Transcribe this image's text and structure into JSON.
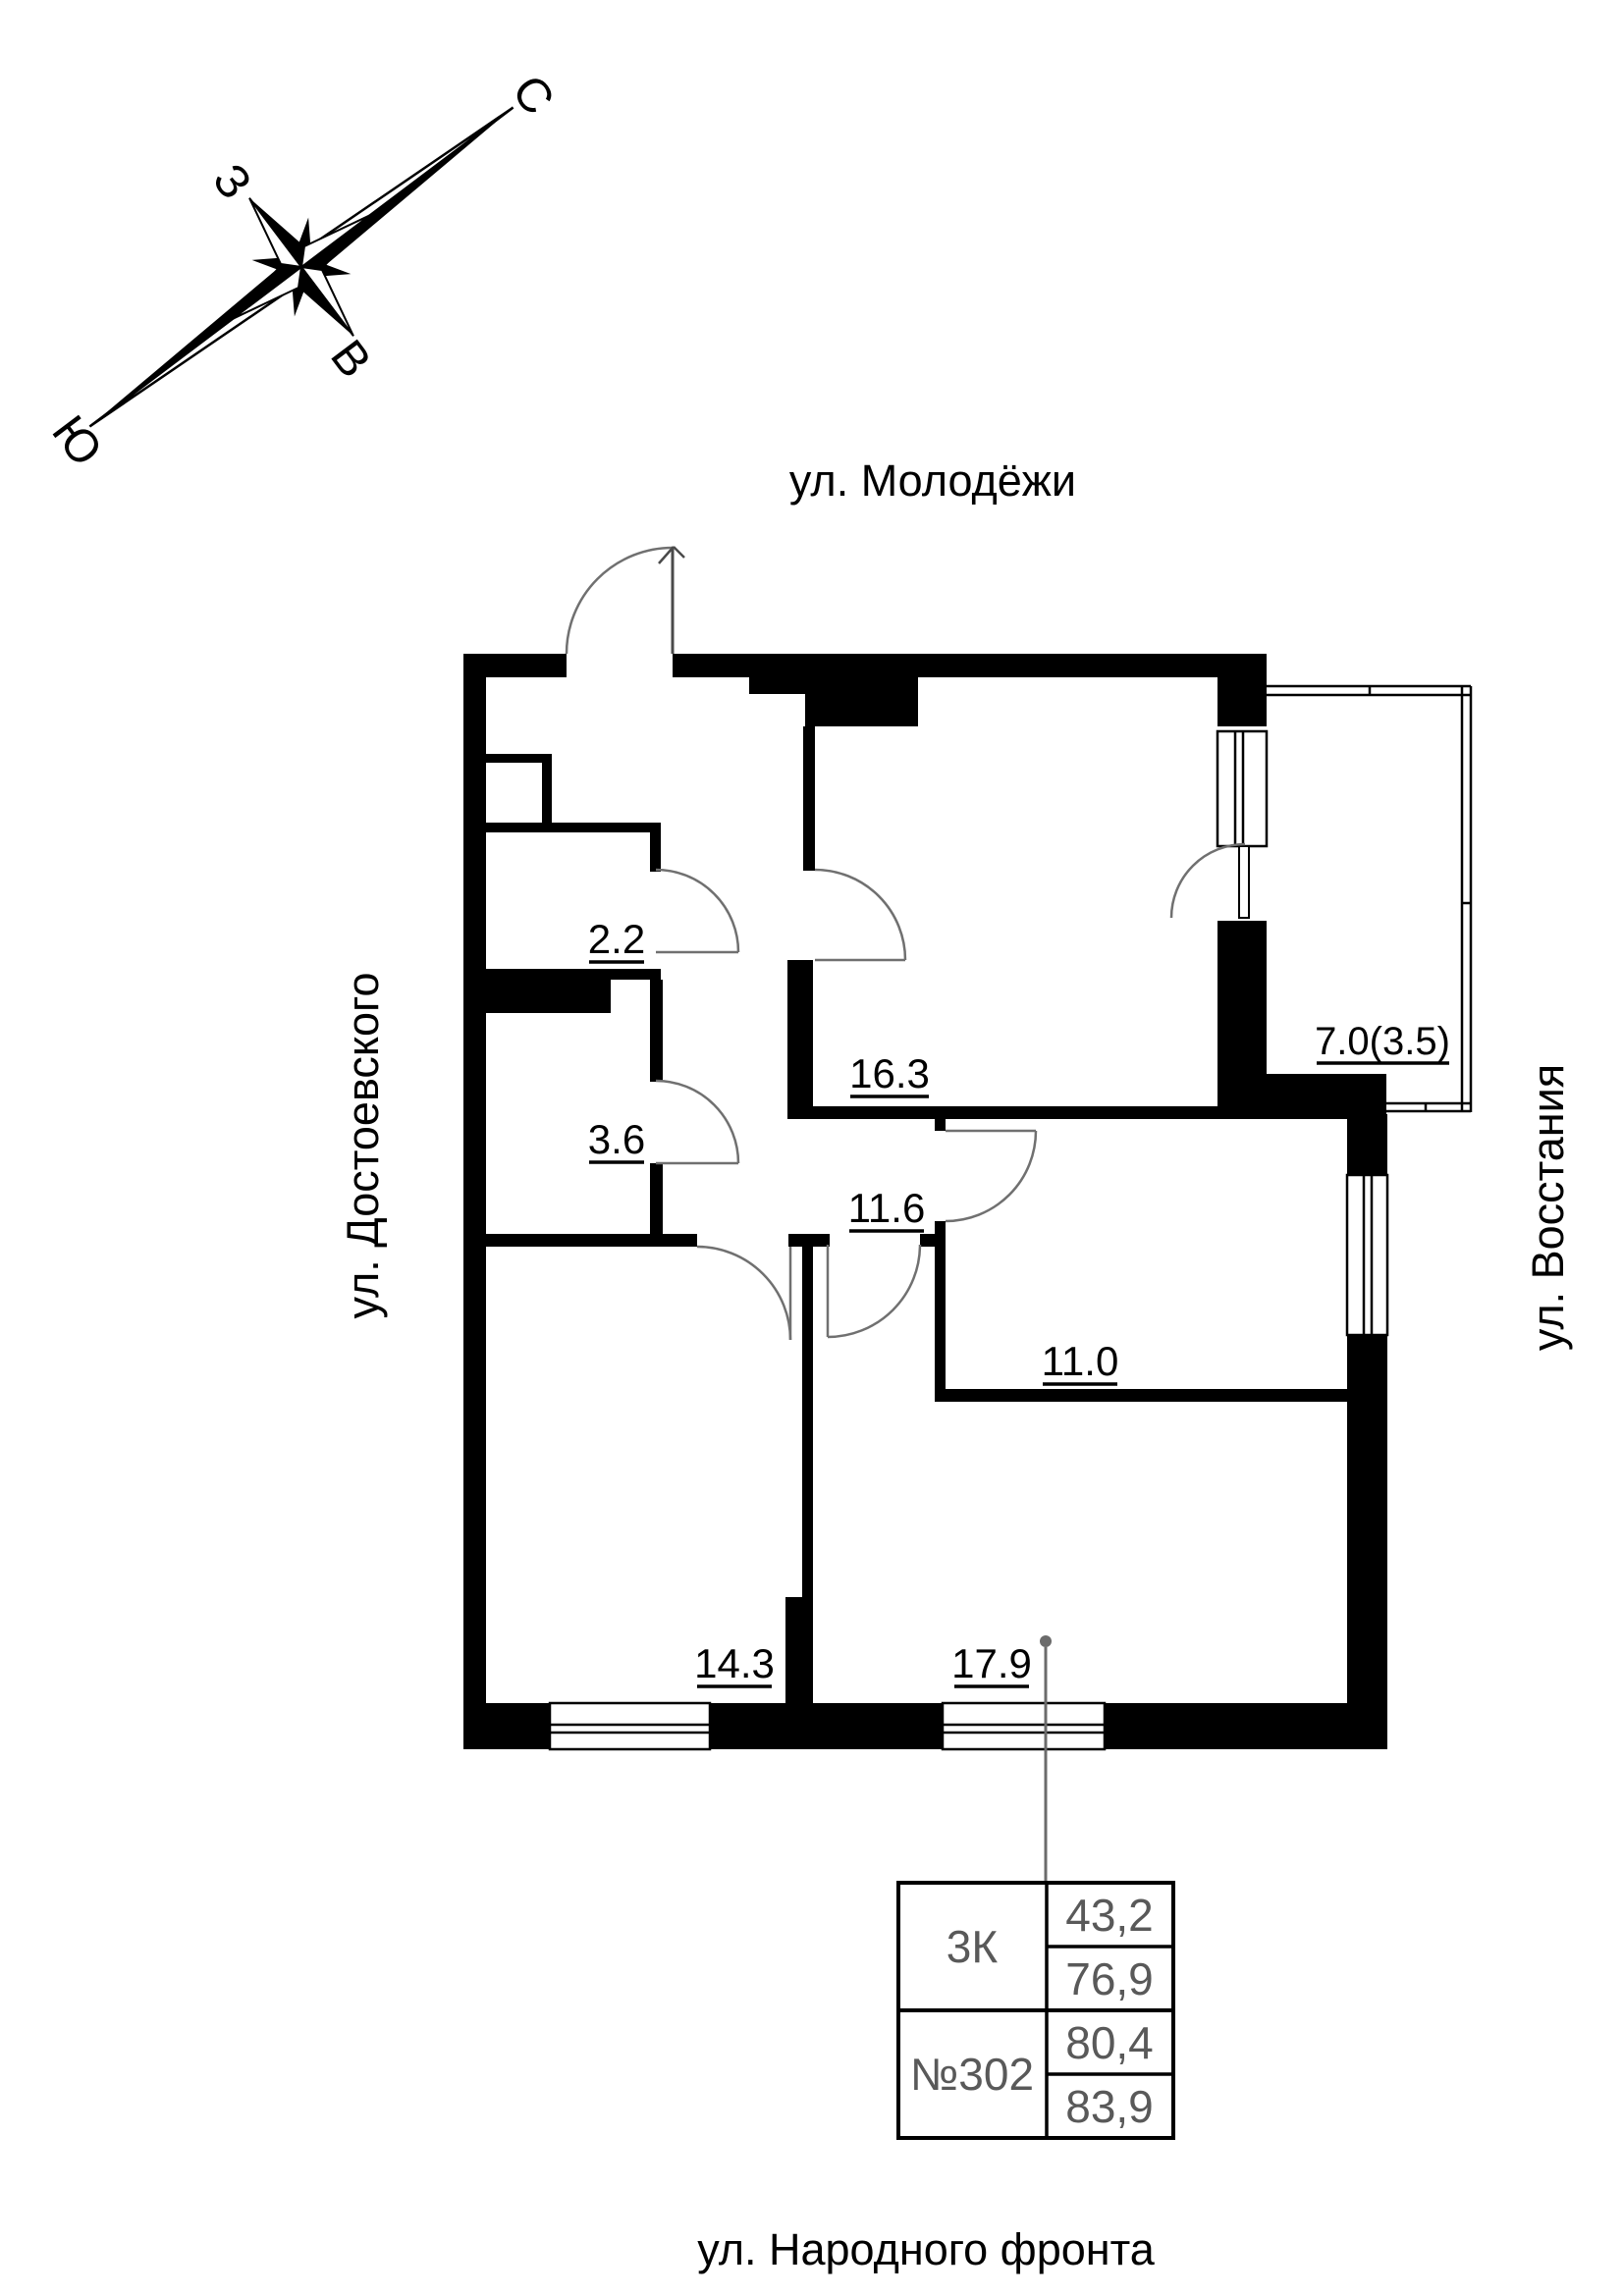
{
  "compass": {
    "north": "С",
    "south": "Ю",
    "west": "З",
    "east": "В"
  },
  "streets": {
    "top": "ул. Молодёжи",
    "left": "ул. Достоевского",
    "right": "ул. Восстания",
    "bottom": "ул. Народного фронта"
  },
  "rooms": {
    "closet": "2.2",
    "bathroom": "3.6",
    "kitchen_living": "16.3",
    "hallway": "11.6",
    "bedroom_small": "11.0",
    "bedroom_left": "14.3",
    "bedroom_big": "17.9",
    "balcony": "7.0(3.5)"
  },
  "info_table": {
    "flat_type": "3К",
    "flat_number": "№302",
    "area_living": "43,2",
    "area_1": "76,9",
    "area_2": "80,4",
    "area_total": "83,9"
  },
  "colors": {
    "walls": "#000000",
    "door_arcs": "#707070",
    "table_text": "#595959",
    "leader": "#6b6b6b",
    "background": "#ffffff"
  }
}
